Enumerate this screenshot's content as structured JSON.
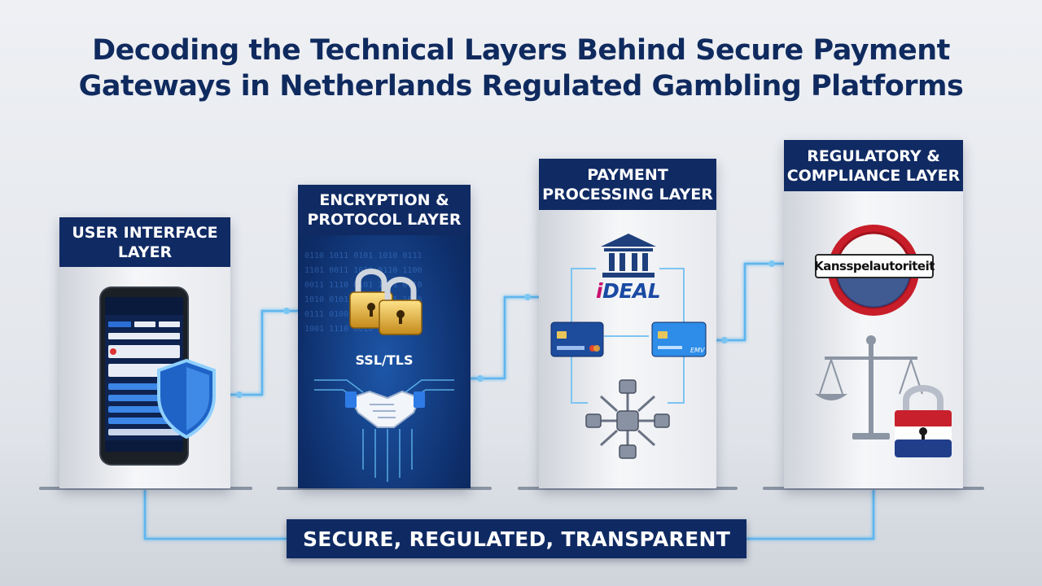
{
  "title": {
    "line1": "Decoding the Technical Layers Behind Secure Payment",
    "line2": "Gateways in Netherlands Regulated Gambling Platforms"
  },
  "layers": [
    {
      "line1": "USER INTERFACE",
      "line2": "LAYER"
    },
    {
      "line1": "ENCRYPTION &",
      "line2": "PROTOCOL LAYER"
    },
    {
      "line1": "PAYMENT",
      "line2": "PROCESSING LAYER"
    },
    {
      "line1": "REGULATORY &",
      "line2": "COMPLIANCE LAYER"
    }
  ],
  "encryption": {
    "protocol_label": "SSL/TLS"
  },
  "payment": {
    "method_label": "iDEAL",
    "card_brand": "EMV"
  },
  "compliance": {
    "authority_label": "Kansspelautoriteit"
  },
  "footer": {
    "tagline": "SECURE, REGULATED, TRANSPARENT"
  },
  "icons": [
    "smartphone-icon",
    "shield-icon",
    "padlock-icon",
    "handshake-icon",
    "bank-icon",
    "credit-card-icon",
    "blockchain-icon",
    "seal-icon",
    "scales-icon",
    "dutch-flag-padlock-icon"
  ],
  "colors": {
    "navy": "#102a63",
    "connector": "#5fb6ee",
    "ideal_pink": "#c8106e",
    "ideal_blue": "#1a4aa3"
  }
}
